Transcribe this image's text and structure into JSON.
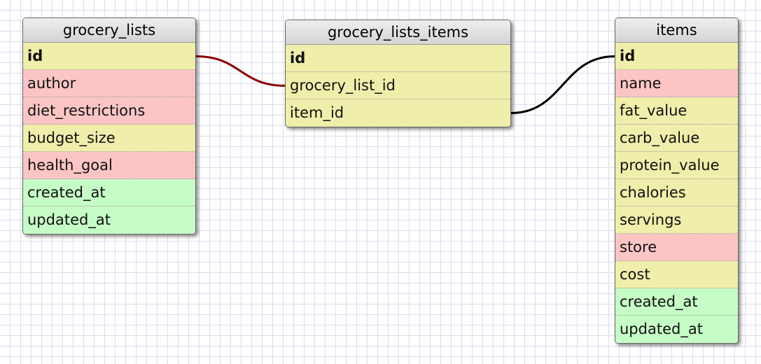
{
  "colors": {
    "yellow": "#efeeab",
    "pink": "#fcc5c5",
    "green": "#c6fcc6",
    "relation_red": "#8b0000",
    "relation_black": "#000000"
  },
  "tables": [
    {
      "name": "grocery_lists",
      "fields": [
        {
          "label": "id",
          "color": "yellow",
          "pk": true
        },
        {
          "label": "author",
          "color": "pink"
        },
        {
          "label": "diet_restrictions",
          "color": "pink"
        },
        {
          "label": "budget_size",
          "color": "yellow"
        },
        {
          "label": "health_goal",
          "color": "pink"
        },
        {
          "label": "created_at",
          "color": "green"
        },
        {
          "label": "updated_at",
          "color": "green"
        }
      ]
    },
    {
      "name": "grocery_lists_items",
      "fields": [
        {
          "label": "id",
          "color": "yellow",
          "pk": true
        },
        {
          "label": "grocery_list_id",
          "color": "yellow"
        },
        {
          "label": "item_id",
          "color": "yellow"
        }
      ]
    },
    {
      "name": "items",
      "fields": [
        {
          "label": "id",
          "color": "yellow",
          "pk": true
        },
        {
          "label": "name",
          "color": "pink"
        },
        {
          "label": "fat_value",
          "color": "yellow"
        },
        {
          "label": "carb_value",
          "color": "yellow"
        },
        {
          "label": "protein_value",
          "color": "yellow"
        },
        {
          "label": "chalories",
          "color": "yellow"
        },
        {
          "label": "servings",
          "color": "yellow"
        },
        {
          "label": "store",
          "color": "pink"
        },
        {
          "label": "cost",
          "color": "yellow"
        },
        {
          "label": "created_at",
          "color": "green"
        },
        {
          "label": "updated_at",
          "color": "green"
        }
      ]
    }
  ],
  "relations": [
    {
      "from_table": "grocery_lists",
      "from_field": "id",
      "to_table": "grocery_lists_items",
      "to_field": "grocery_list_id",
      "color": "relation_red"
    },
    {
      "from_table": "grocery_lists_items",
      "from_field": "item_id",
      "to_table": "items",
      "to_field": "id",
      "color": "relation_black"
    }
  ]
}
